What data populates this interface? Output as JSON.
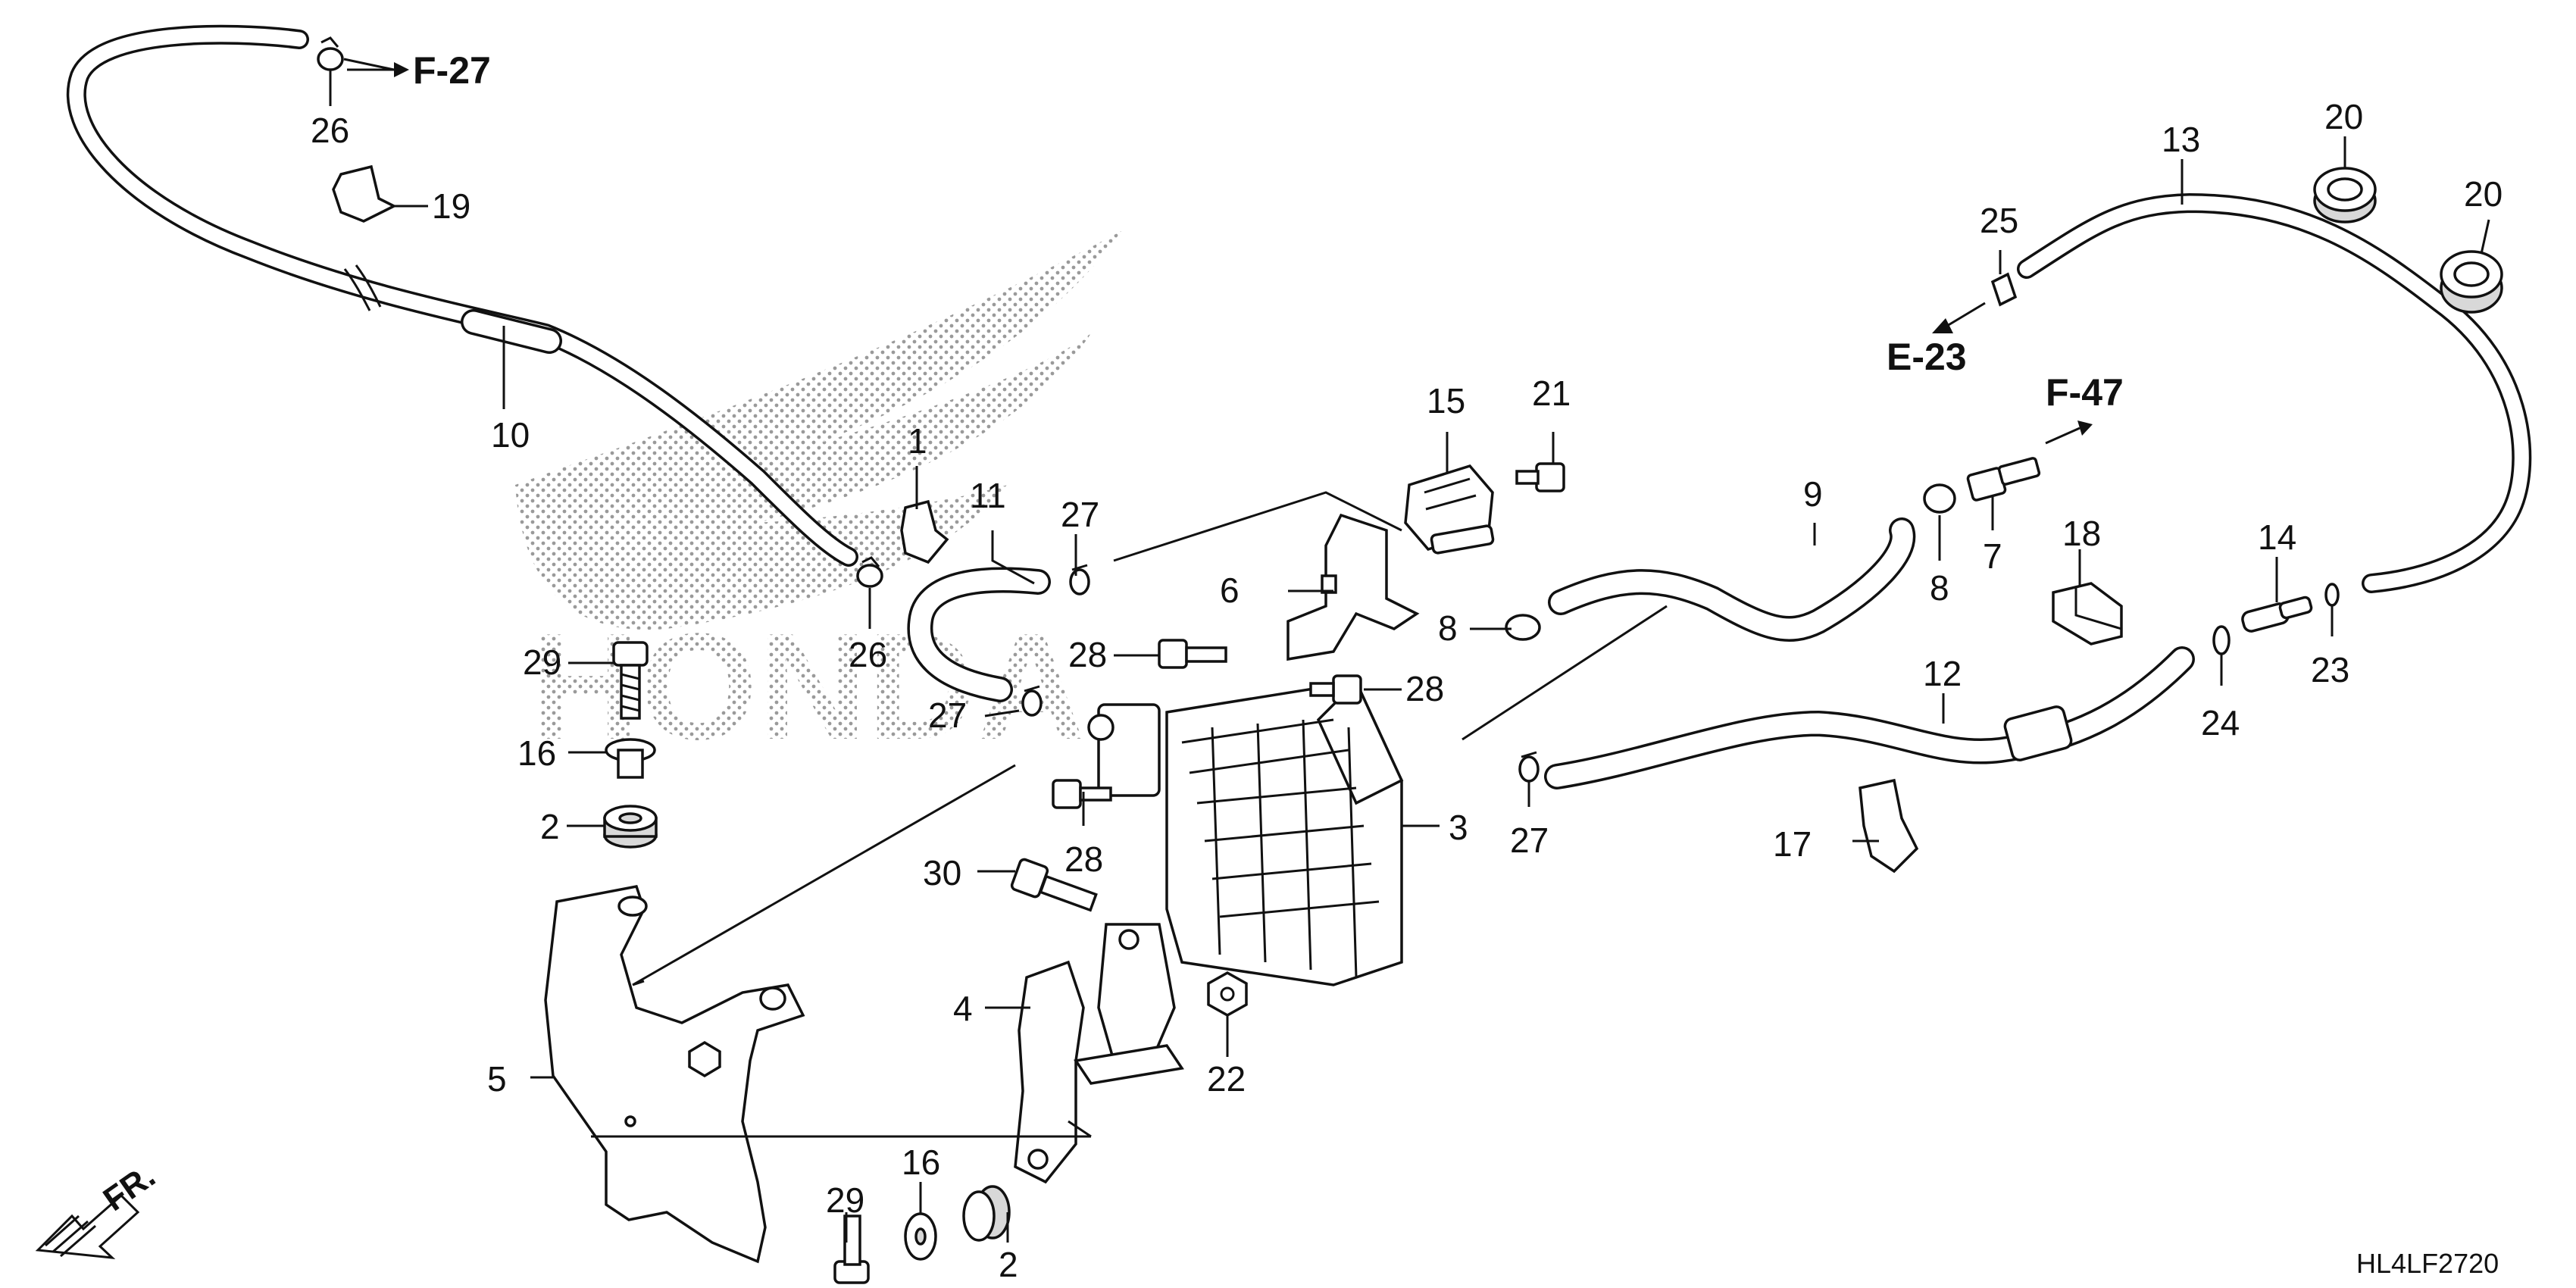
{
  "diagram": {
    "diagram_code": "HL4LF2720",
    "front_label": "FR.",
    "references": {
      "f27": "F-27",
      "e23": "E-23",
      "f47": "F-47"
    },
    "callouts": {
      "c1": "1",
      "c2a": "2",
      "c2b": "2",
      "c3": "3",
      "c4": "4",
      "c5": "5",
      "c6": "6",
      "c7": "7",
      "c8a": "8",
      "c8b": "8",
      "c9": "9",
      "c10": "10",
      "c11": "11",
      "c12": "12",
      "c13": "13",
      "c14": "14",
      "c15": "15",
      "c16a": "16",
      "c16b": "16",
      "c17": "17",
      "c18": "18",
      "c19": "19",
      "c20a": "20",
      "c20b": "20",
      "c21": "21",
      "c22": "22",
      "c23": "23",
      "c24": "24",
      "c25": "25",
      "c26a": "26",
      "c26b": "26",
      "c27a": "27",
      "c27b": "27",
      "c27c": "27",
      "c28a": "28",
      "c28b": "28",
      "c28c": "28",
      "c29a": "29",
      "c29b": "29",
      "c30": "30"
    }
  }
}
